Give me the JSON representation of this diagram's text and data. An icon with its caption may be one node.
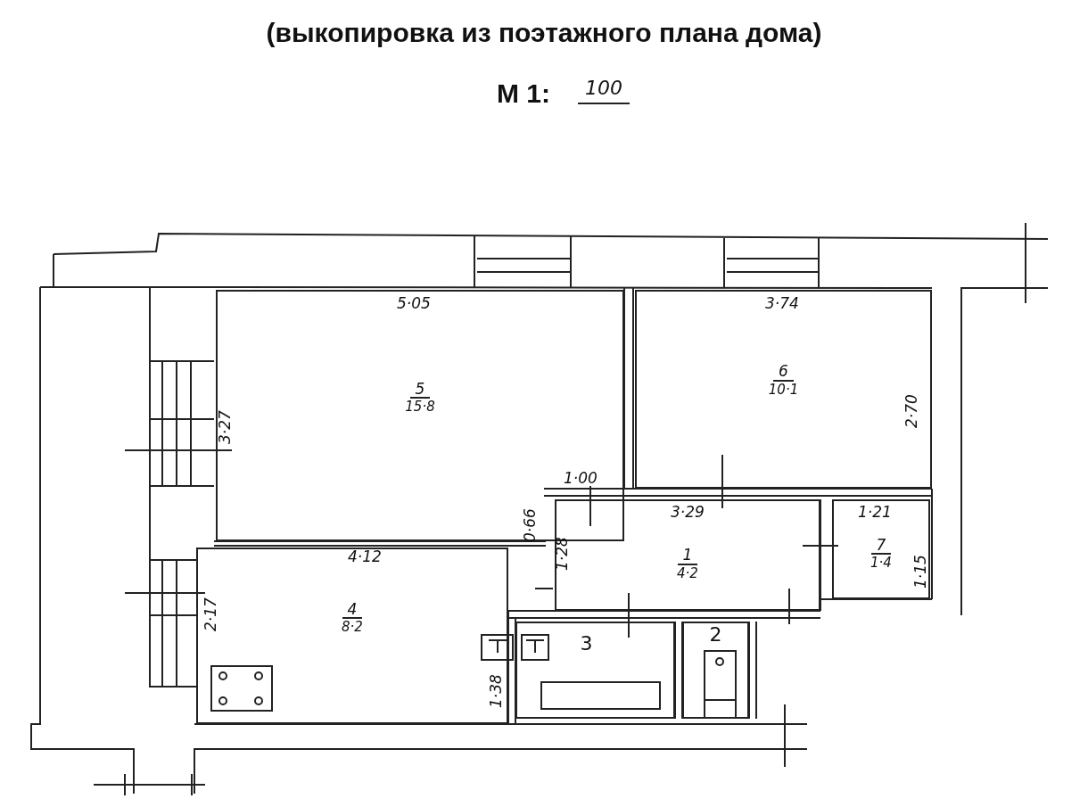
{
  "diagram": {
    "title": "(выкопировка из поэтажного плана дома)",
    "nodes": [
      {
        "text": [
          "5",
          "15·8"
        ]
      },
      {
        "text": [
          "6",
          "10·1"
        ]
      },
      {
        "text": [
          "1",
          "4·2"
        ]
      },
      {
        "text": [
          "7",
          "1·4"
        ]
      },
      {
        "text": [
          "4",
          "8·2"
        ]
      },
      {
        "text": [
          "3"
        ]
      },
      {
        "text": [
          "2"
        ]
      }
    ],
    "labels": [
      "М 1:",
      "100",
      "5·05",
      "3·74",
      "3·27",
      "2·70",
      "1·00",
      "0·66",
      "3·29",
      "1·21",
      "1·28",
      "4·12",
      "1·15",
      "2·17",
      "1·38"
    ]
  }
}
